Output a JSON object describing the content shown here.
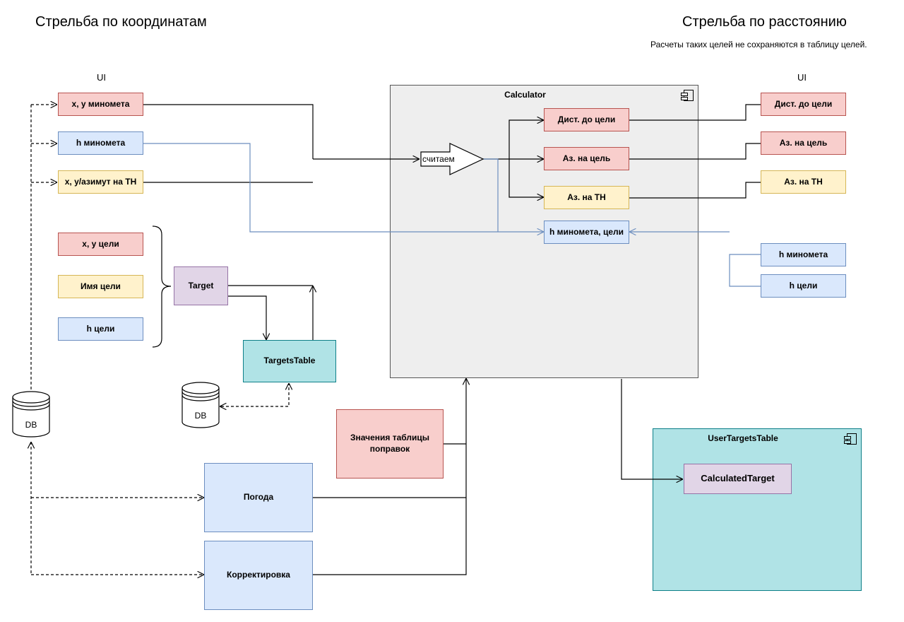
{
  "titles": {
    "left": "Стрельба по координатам",
    "right": "Стрельба по расстоянию",
    "right_note": "Расчеты таких целей не сохраняются в таблицу целей."
  },
  "ui_label": "UI",
  "left_inputs": {
    "xy_mortar": "x, y миномета",
    "h_mortar": "h миномета",
    "xy_azimuth": "x, y/азимут на ТН"
  },
  "target_fields": {
    "xy_target": "x, y цели",
    "target_name": "Имя цели",
    "h_target": "h цели"
  },
  "target": "Target",
  "targets_table": "TargetsTable",
  "db": "DB",
  "calculator": {
    "title": "Calculator",
    "compute": "считаем",
    "outputs": {
      "distance": "Дист. до цели",
      "azimuth_target": "Аз. на цель",
      "azimuth_tn": "Аз. на ТН",
      "heights": "h миномета, цели"
    }
  },
  "right_inputs": {
    "distance": "Дист. до цели",
    "azimuth_target": "Аз. на цель",
    "azimuth_tn": "Аз. на ТН",
    "h_mortar": "h миномета",
    "h_target": "h цели"
  },
  "correction_table": "Значения таблицы поправок",
  "weather": "Погода",
  "adjustment": "Корректировка",
  "user_targets_table": {
    "title": "UserTargetsTable",
    "item": "CalculatedTarget"
  },
  "colors": {
    "red": "#f8cecc",
    "yellow": "#fff2cc",
    "blue": "#dae8fc",
    "purple": "#e1d5e7",
    "teal": "#b0e3e6",
    "gray": "#eeeeee",
    "blue_line": "#6c8ebf"
  }
}
